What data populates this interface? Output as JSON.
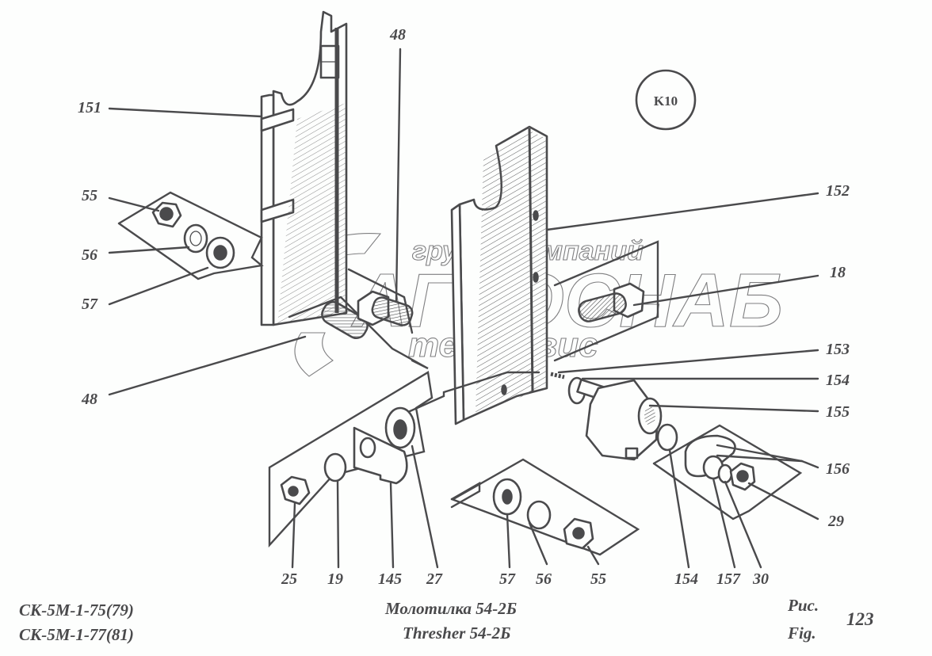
{
  "document": {
    "type": "parts catalog exploded view",
    "badge": "K10",
    "model_codes": [
      "СК-5М-1-75(79)",
      "СК-5М-1-77(81)"
    ],
    "title_ru": "Молотилка  54-2Б",
    "title_en": "Thresher  54-2Б",
    "fig_label_ru": "Рис.",
    "fig_label_en": "Fig.",
    "fig_number": "123"
  },
  "watermark": {
    "line1": "группа компаний",
    "line2": "АГРОСНАБ",
    "line3": "техсервис"
  },
  "callouts": {
    "c151": "151",
    "c55a": "55",
    "c56a": "56",
    "c57a": "57",
    "c48a": "48",
    "c48b": "48",
    "c152": "152",
    "c18": "18",
    "c153": "153",
    "c154a": "154",
    "c155": "155",
    "c156": "156",
    "c29": "29",
    "c25": "25",
    "c19": "19",
    "c145": "145",
    "c27": "27",
    "c57b": "57",
    "c56b": "56",
    "c55b": "55",
    "c154b": "154",
    "c157": "157",
    "c30": "30"
  }
}
